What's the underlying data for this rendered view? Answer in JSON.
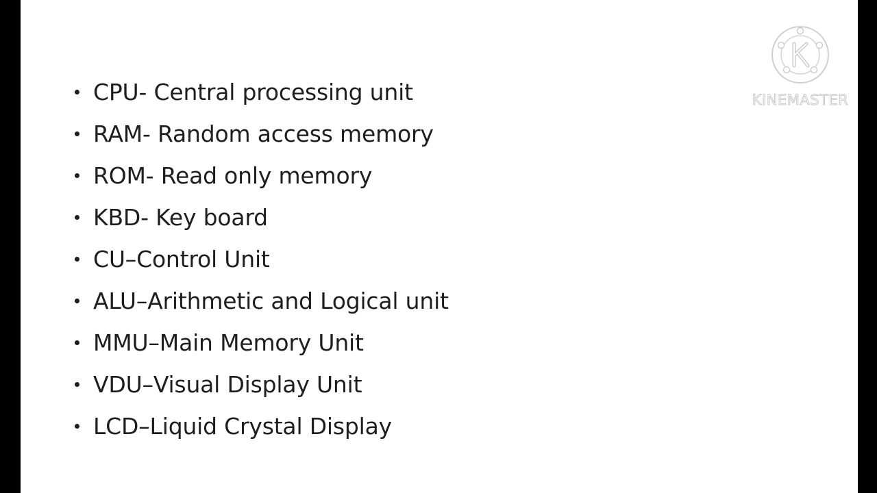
{
  "slide": {
    "bullets": [
      {
        "text": "CPU- Central processing unit"
      },
      {
        "text": "RAM- Random access memory"
      },
      {
        "text": "ROM- Read only memory"
      },
      {
        "text": "KBD- Key board"
      },
      {
        "text": "CU–Control Unit"
      },
      {
        "text": "ALU–Arithmetic and Logical unit"
      },
      {
        "text": "MMU–Main Memory Unit"
      },
      {
        "text": "VDU–Visual Display Unit"
      },
      {
        "text": "LCD–Liquid Crystal Display"
      }
    ]
  },
  "watermark": {
    "logo_icon": "kinemaster-k-icon",
    "text": "KINEMASTER"
  },
  "colors": {
    "background": "#000000",
    "slide": "#ffffff",
    "text": "#1e1e1e",
    "watermark_outline": "#c9c9c9"
  }
}
